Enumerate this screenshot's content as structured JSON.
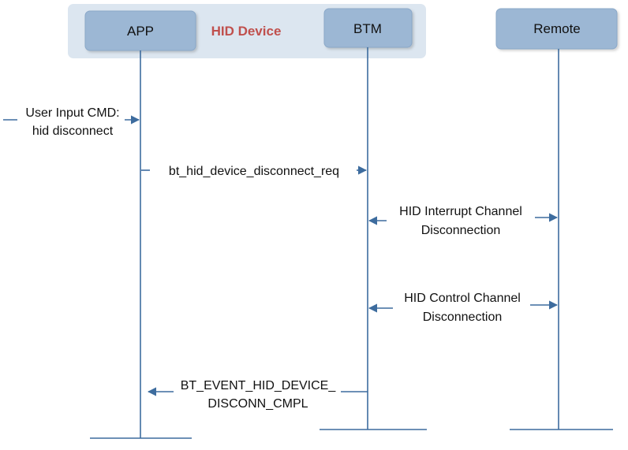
{
  "group": {
    "title": "HID Device"
  },
  "participants": {
    "app": "APP",
    "btm": "BTM",
    "remote": "Remote"
  },
  "messages": {
    "user_input_line1": "User Input CMD:",
    "user_input_line2": "hid disconnect",
    "disconnect_req": "bt_hid_device_disconnect_req",
    "interrupt_line1": "HID Interrupt Channel",
    "interrupt_line2": "Disconnection",
    "control_line1": "HID Control Channel",
    "control_line2": "Disconnection",
    "event_line1": "BT_EVENT_HID_DEVICE_",
    "event_line2": "DISCONN_CMPL"
  },
  "colors": {
    "group_bg": "#dce6f0",
    "box_fill": "#9cb7d4",
    "box_stroke": "#8aa8c8",
    "lifeline": "#3d6c9e",
    "arrow": "#3d6c9e",
    "title": "#c0504d"
  }
}
